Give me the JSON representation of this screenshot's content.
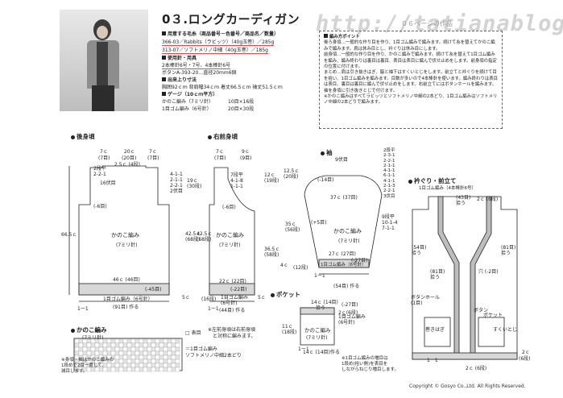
{
  "title": "0３.ロングカーディガン",
  "watermark": "http://tatianablog.",
  "page_ref": "０６ページの作品",
  "specs": {
    "yarn_head": "用意する毛糸（商品番号－色番号／商品名／数量）",
    "yarn1": "366-03／Rabbits（ラビッツ）（40g玉巻）／285g",
    "yarn2": "313-07／ソフトメリノ中細（40g玉巻）／185g",
    "tools_head": "使用針・用具",
    "tools1": "2本棒針6号・7号、4本棒針6号",
    "tools2": "ボタンA-393-20…直径20mm6個",
    "size_head": "出来上り寸法",
    "size1": "胸囲92ｃｍ 背肩幅34ｃｍ 着丈66.5ｃｍ 袖丈51.5ｃｍ",
    "gauge_head": "ゲージ（10ｃｍ平方）",
    "gauge1_label": "かのこ編み（7ミリ針）",
    "gauge1_value": "10目×16段",
    "gauge2_label": "1目ゴム編み（6号針）",
    "gauge2_value": "20目×30段"
  },
  "notes": {
    "head": "編み方ポイント",
    "lines": [
      "後ろ身頃…一般的な作り目を作り、1目ゴム編みで編みます。続けて糸を替えてかのこ編みで編みます。肩は休み目とし、衿ぐりは休み目にします。",
      "前身頃…一般的な作り目を作り、かのこ編みで編みます。続けて糸を替えて1目ゴム編みを編み、編み終わりは裏目は裏目、表目は表目に編んで伏せ止めをします。前身頃の指定の位置に付けます。",
      "まとめ…肩は引き抜きはぎ、脇と袖下はすくいとじをします。前立てと衿ぐりを続けて目を拾い、1目ゴム編みを編みます。目数が多いので4本棒針を使います。編み終わりは表目は表目、裏目は裏目に編んで伏せ止めをします。右前立てにはボタンホールを編みます。袖を身頃に引き抜きとじで付けます。",
      "※かのこ編みはすべてラビッツとソフトメリノ中細の2本どり、1目ゴム編みはソフトメリノ中細の2本どりで編みます。"
    ]
  },
  "back": {
    "label": "後身頃",
    "top_dims": [
      "7ｃ",
      "20ｃ",
      "7ｃ"
    ],
    "top_rows": [
      "(7目)",
      "(20目)",
      "(7目)"
    ],
    "neck_note": "2.5ｃ (4段)",
    "shoulder": "2段平\n2-2-1",
    "neck_rows": "16伏目",
    "armhole": "4-1-1\n2-1-1\n2-2-1\n2伏目",
    "arm_h": "19ｃ\n(30段)",
    "side": "(-6目)",
    "body_h": "66.5ｃ",
    "length_h": "42.5ｃ\n(68段)",
    "body_label": "かのこ編み",
    "body_needle": "(7ミリ針)",
    "bottom_w": "46ｃ (46目)",
    "bottom_delta": "(-45目)",
    "rib_label": "1目ゴム編み（6号針）",
    "rib_h": "5ｃ",
    "cast_on": "(91目) 作る",
    "mark": "1ー1"
  },
  "front": {
    "label": "右前身頃",
    "top_dims": [
      "7ｃ",
      "9ｃ"
    ],
    "top_rows": [
      "(7目)",
      "(9目)"
    ],
    "neck": "7段平\n4-1-8\n1-1-1",
    "neck_h": "12ｃ\n(19段)",
    "side": "(-6目)",
    "body_h": "36.5ｃ\n(58段)",
    "left_mark": "42.5ｃ\n(68段)",
    "center_mark": "←",
    "body_label": "かのこ編み",
    "body_needle": "(7ミリ針)",
    "bottom_w": "22ｃ (22目)",
    "bottom_delta": "(-22目)",
    "rib_label": "1目ゴム編み\n(6号針)",
    "rib_h": "5ｃ",
    "rib_rows": "(16段)",
    "cast_on": "(44目) 作る",
    "note1": "※左前身頃は右前身頃",
    "note2": "と対称に編みます。",
    "mark": "1ー1"
  },
  "sleeve": {
    "label": "袖",
    "top": "9伏目",
    "cap_rows": "2段平\n2-3-1\n2-2-1\n2-1-1\n4-1-1\n6-1-1\n4-1-1\n2-1-3\n2-2-1\n3伏目",
    "cap_h": "12.5ｃ\n(20段)",
    "cap_delta": "(-14目)",
    "width": "37ｃ (37目)",
    "inc": "(+5目)",
    "side_h": "35ｃ\n(56段)",
    "side_rows": "9段平\n10-1-4\n7-1-1",
    "body_label": "かのこ編み",
    "body_needle": "(7ミリ針)",
    "bottom_w": "27ｃ (27目)",
    "bottom_delta": "(-27目)",
    "rib_label": "1目ゴム編み（6号針）",
    "rib_h": "4ｃ",
    "rib_rows": "(12段)",
    "cast_on": "(54目) 作る",
    "mark": "1ー1"
  },
  "pocket": {
    "label": "ポケット",
    "top_w": "14ｃ (14目)",
    "pick": "拾う",
    "top_rows": "(-27目)",
    "rib_rows": "2ｃ(6段)",
    "rib_label": "1目ゴム編み\n(6号針)",
    "side_h": "11ｃ\n(18段)",
    "body_label": "かのこ編み",
    "body_needle": "(7ミリ針)",
    "cast_on": "14ｃ (14目)作る",
    "note": "※1目ゴム編みの増目は\n1段め(拾い側)を表目を\nしながらねじり増目します。",
    "mark": "1ー1"
  },
  "collar": {
    "label": "衿ぐり・前立て",
    "sub": "1目ゴム編み（4本棒針6号）",
    "top": "(43目)\n拾う",
    "top_h": "2ｃ (6段)",
    "side1": "(54目)\n拾う",
    "side2": "(81目)\n拾う",
    "center_left": "(81目)\n拾う",
    "center_right": "穴 (-2目)",
    "buttonhole": "ボタンホール\n(1目)",
    "button": "ボタン",
    "pocket_attach": "巻きはぎ",
    "pocket": "ポケット",
    "scoop": "すくいとじ",
    "bottom": "2ｃ (6段)",
    "bottom_left": "2ｃ",
    "bottom_right": "(6段)",
    "mark": "1ー1"
  },
  "kanoko": {
    "label": "かのこ編み",
    "needle": "(7ミリ針)",
    "legend": "□ 表目",
    "legend2": "＝1目ゴム編み",
    "legend3": "ソフトメリノ中細2本どり",
    "note": "※身頃・袖はかのこ編みの\n1段めで2目一度して、\n減目します。"
  },
  "footer": "Copyright © Gosyo Co.,Ltd. All Rights Reserved."
}
